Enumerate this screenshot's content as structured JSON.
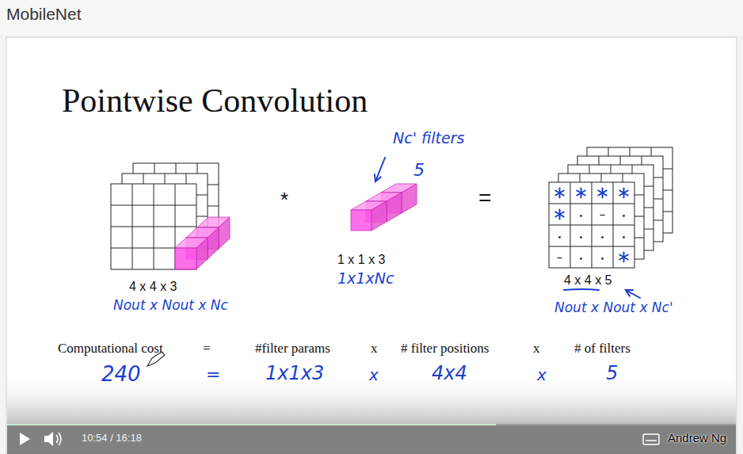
{
  "diagram": {
    "title": "Pointwise Convolution",
    "labels": [
      "MobileNet",
      "Nc' filters",
      "5",
      "*",
      "=",
      "4 x 4 x 3",
      "Nout x Nout x Nc",
      "1 x 1 x 3",
      "1x1xNc",
      "4 x 4 x 5",
      "Nout x Nout x Nc'",
      "Computational cost",
      "=",
      "#filter params",
      "x",
      "# filter positions",
      "x",
      "# of filters",
      "240",
      "=",
      "1x1x3",
      "x",
      "4x4",
      "x",
      "5",
      "10:54 / 16:18",
      "Andrew Ng"
    ]
  }
}
